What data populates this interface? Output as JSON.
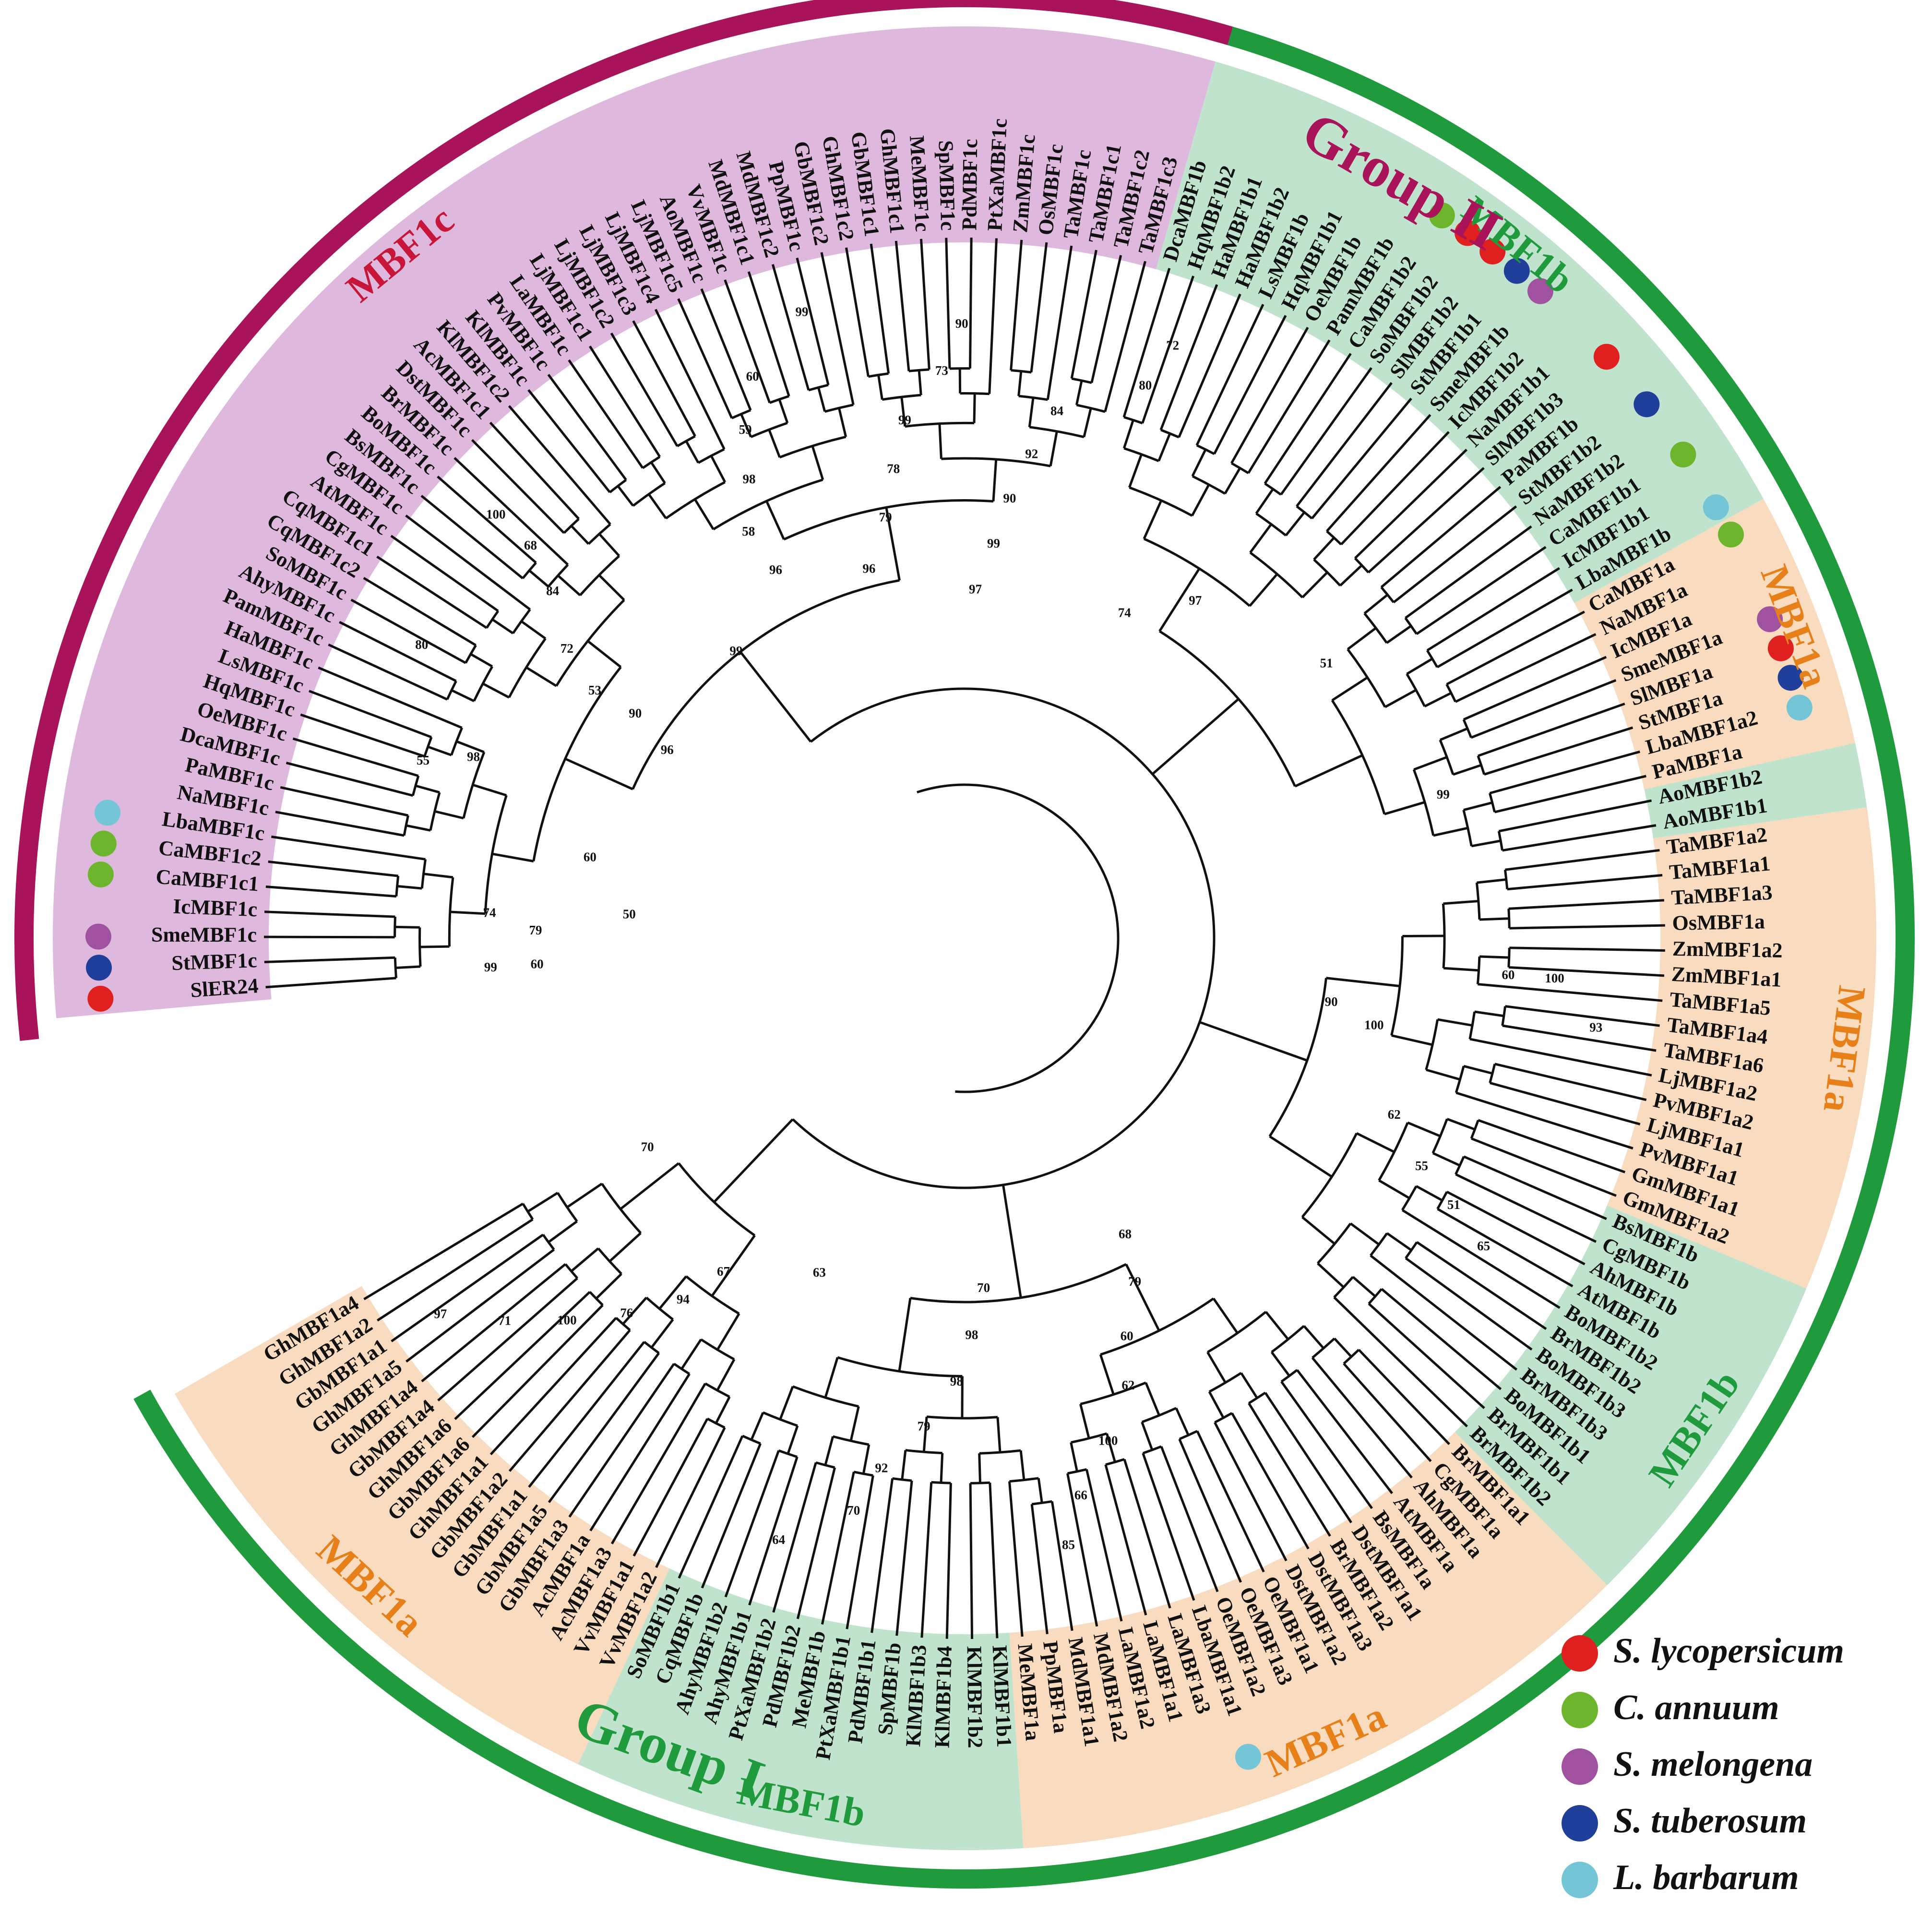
{
  "colors": {
    "group1": "#1f9a3d",
    "group2": "#a8135a",
    "mbf1a_bg": "#f9dcbf",
    "mbf1b_bg": "#bfe3cd",
    "mbf1c_bg": "#dfb9dd",
    "mbf1a_label": "#e8801a",
    "mbf1b_label": "#1f9a3d",
    "mbf1c_label": "#c8163a"
  },
  "groups": [
    "Group I",
    "Group II"
  ],
  "leaves": [
    "SlER24",
    "StMBF1c",
    "SmeMBF1c",
    "IcMBF1c",
    "CaMBF1c1",
    "CaMBF1c2",
    "LbaMBF1c",
    "NaMBF1c",
    "PaMBF1c",
    "DcaMBF1c",
    "OeMBF1c",
    "HqMBF1c",
    "LsMBF1c",
    "HaMBF1c",
    "PamMBF1c",
    "AhyMBF1c",
    "SoMBF1c",
    "CqMBF1c2",
    "CqMBF1c1",
    "AtMBF1c",
    "CgMBF1c",
    "BsMBF1c",
    "BoMBF1c",
    "BrMBF1c",
    "DstMBF1c",
    "AcMBF1c1",
    "KlMBF1c2",
    "KlMBF1c",
    "PvMBF1c",
    "LaMBF1c",
    "LjMBF1c1",
    "LjMBF1c2",
    "LjMBF1c3",
    "LjMBF1c4",
    "LjMBF1c5",
    "AoMBF1c",
    "VvMBF1c",
    "MdMBF1c1",
    "MdMBF1c2",
    "PpMBF1c",
    "GbMBF1c2",
    "GhMBF1c2",
    "GbMBF1c1",
    "GhMBF1c1",
    "MeMBF1c",
    "SpMBF1c",
    "PdMBF1c",
    "PtXaMBF1c",
    "ZmMBF1c",
    "OsMBF1c",
    "TaMBF1c",
    "TaMBF1c1",
    "TaMBF1c2",
    "TaMBF1c3",
    "DcaMBF1b",
    "HqMBF1b2",
    "HaMBF1b1",
    "HaMBF1b2",
    "LsMBF1b",
    "HqMBF1b1",
    "OeMBF1b",
    "PamMBF1b",
    "CaMBF1b2",
    "SoMBF1b2",
    "SlMBF1b2",
    "StMBF1b1",
    "SmeMBF1b",
    "IcMBF1b2",
    "NaMBF1b1",
    "SlMBF1b3",
    "PaMBF1b",
    "StMBF1b2",
    "NaMBF1b2",
    "CaMBF1b1",
    "IcMBF1b1",
    "LbaMBF1b",
    "CaMBF1a",
    "NaMBF1a",
    "IcMBF1a",
    "SmeMBF1a",
    "SlMBF1a",
    "StMBF1a",
    "LbaMBF1a2",
    "PaMBF1a",
    "AoMBF1b2",
    "AoMBF1b1",
    "TaMBF1a2",
    "TaMBF1a1",
    "TaMBF1a3",
    "OsMBF1a",
    "ZmMBF1a2",
    "ZmMBF1a1",
    "TaMBF1a5",
    "TaMBF1a4",
    "TaMBF1a6",
    "LjMBF1a2",
    "PvMBF1a2",
    "LjMBF1a1",
    "PvMBF1a1",
    "GmMBF1a1",
    "GmMBF1a2",
    "BsMBF1b",
    "CgMBF1b",
    "AhMBF1b",
    "AtMBF1b",
    "BoMBF1b2",
    "BrMBF1b2",
    "BoMBF1b3",
    "BrMBF1b3",
    "BoMBF1b1",
    "BrMBF1b1",
    "BrMBF1b2",
    "BrMBF1a1",
    "CgMBF1a",
    "AhMBF1a",
    "AtMBF1a",
    "BsMBF1a",
    "DstMBF1a1",
    "BrMBF1a2",
    "DstMBF1a3",
    "DstMBF1a2",
    "OeMBF1a1",
    "OeMBF1a3",
    "OeMBF1a2",
    "LbaMBF1a1",
    "LaMBF1a3",
    "LaMBF1a1",
    "LaMBF1a2",
    "MdMBF1a2",
    "MdMBF1a1",
    "PpMBF1a",
    "MeMBF1a",
    "KlMBF1b1",
    "KlMBF1b2",
    "KlMBF1b4",
    "KlMBF1b3",
    "SpMBF1b",
    "PdMBF1b1",
    "PtXaMBF1b1",
    "MeMBF1b",
    "PdMBF1b2",
    "PtXaMBF1b2",
    "AhyMBF1b1",
    "AhyMBF1b2",
    "CqMBF1b",
    "SoMBF1b1",
    "VvMBF1a2",
    "VvMBF1a1",
    "AcMBF1a3",
    "AcMBF1a",
    "GbMBF1a3",
    "GbMBF1a5",
    "GbMBF1a1",
    "GbMBF1a2",
    "GhMBF1a1",
    "GbMBF1a6",
    "GhMBF1a6",
    "GbMBF1a4",
    "GhMBF1a4",
    "GhMBF1a5",
    "GbMBF1a1",
    "GhMBF1a2",
    "GhMBF1a4"
  ],
  "clades": [
    {
      "label": "MBF1c",
      "bg": "mbf1c",
      "from": 0,
      "to": 53
    },
    {
      "label": "MBF1b",
      "bg": "mbf1b",
      "from": 54,
      "to": 75
    },
    {
      "label": "MBF1a",
      "bg": "mbf1a",
      "from": 76,
      "to": 83
    },
    {
      "label": "",
      "bg": "mbf1b",
      "from": 84,
      "to": 85
    },
    {
      "label": "MBF1a",
      "bg": "mbf1a",
      "from": 86,
      "to": 100
    },
    {
      "label": "MBF1b",
      "bg": "mbf1b",
      "from": 101,
      "to": 111
    },
    {
      "label": "MBF1a",
      "bg": "mbf1a",
      "from": 112,
      "to": 131
    },
    {
      "label": "MBF1b",
      "bg": "mbf1b",
      "from": 132,
      "to": 145
    },
    {
      "label": "MBF1a",
      "bg": "mbf1a",
      "from": 146,
      "to": 162
    }
  ],
  "species_marks": [
    {
      "leaf": 0,
      "color": "#e0201e"
    },
    {
      "leaf": 1,
      "color": "#1f3f9a"
    },
    {
      "leaf": 2,
      "color": "#a052a0"
    },
    {
      "leaf": 4,
      "color": "#6cb52d"
    },
    {
      "leaf": 5,
      "color": "#6cb52d"
    },
    {
      "leaf": 6,
      "color": "#74c5d6"
    },
    {
      "leaf": 62,
      "color": "#6cb52d"
    },
    {
      "leaf": 63,
      "color": "#e0201e"
    },
    {
      "leaf": 64,
      "color": "#e0201e"
    },
    {
      "leaf": 65,
      "color": "#1f3f9a"
    },
    {
      "leaf": 66,
      "color": "#a052a0"
    },
    {
      "leaf": 69,
      "color": "#e0201e"
    },
    {
      "leaf": 71,
      "color": "#1f3f9a"
    },
    {
      "leaf": 73,
      "color": "#6cb52d"
    },
    {
      "leaf": 75,
      "color": "#74c5d6"
    },
    {
      "leaf": 76,
      "color": "#6cb52d"
    },
    {
      "leaf": 79,
      "color": "#a052a0"
    },
    {
      "leaf": 80,
      "color": "#e0201e"
    },
    {
      "leaf": 81,
      "color": "#1f3f9a"
    },
    {
      "leaf": 82,
      "color": "#74c5d6"
    },
    {
      "leaf": 124,
      "color": "#74c5d6"
    }
  ],
  "bootstrap": [
    {
      "leaf": 3.6,
      "v": "50"
    },
    {
      "leaf": 7.6,
      "v": "60"
    },
    {
      "leaf": 2.2,
      "v": "79"
    },
    {
      "leaf": 3.2,
      "v": "74"
    },
    {
      "leaf": 11.6,
      "v": "98"
    },
    {
      "leaf": 10.6,
      "v": "55"
    },
    {
      "leaf": 15.6,
      "v": "80"
    },
    {
      "leaf": 17.4,
      "v": "96"
    },
    {
      "leaf": 18.4,
      "v": "90"
    },
    {
      "leaf": 18.2,
      "v": "53"
    },
    {
      "leaf": 19.3,
      "v": "72"
    },
    {
      "leaf": 21.3,
      "v": "84"
    },
    {
      "leaf": 22.3,
      "v": "68"
    },
    {
      "leaf": 22.3,
      "v": "100"
    },
    {
      "leaf": 26.8,
      "v": "99"
    },
    {
      "leaf": 32.4,
      "v": "96"
    },
    {
      "leaf": 32.0,
      "v": "58"
    },
    {
      "leaf": 33.4,
      "v": "98"
    },
    {
      "leaf": 34.3,
      "v": "59"
    },
    {
      "leaf": 35.6,
      "v": "60"
    },
    {
      "leaf": 38.6,
      "v": "99"
    },
    {
      "leaf": 38.6,
      "v": "96"
    },
    {
      "leaf": 40.5,
      "v": "79"
    },
    {
      "leaf": 41.5,
      "v": "78"
    },
    {
      "leaf": 42.5,
      "v": "99"
    },
    {
      "leaf": 44.6,
      "v": "73"
    },
    {
      "leaf": 45.6,
      "v": "90"
    },
    {
      "leaf": 46.6,
      "v": "97"
    },
    {
      "leaf": 47.8,
      "v": "99"
    },
    {
      "leaf": 48.6,
      "v": "90"
    },
    {
      "leaf": 49.6,
      "v": "92"
    },
    {
      "leaf": 50.6,
      "v": "84"
    },
    {
      "leaf": 54.6,
      "v": "80"
    },
    {
      "leaf": 55.2,
      "v": "72"
    },
    {
      "leaf": 58.6,
      "v": "74"
    },
    {
      "leaf": 62.6,
      "v": "97"
    },
    {
      "leaf": 71.6,
      "v": "51"
    },
    {
      "leaf": 81.6,
      "v": "99"
    },
    {
      "leaf": 91.6,
      "v": "60"
    },
    {
      "leaf": 91.6,
      "v": "100"
    },
    {
      "leaf": 93.6,
      "v": "93"
    },
    {
      "leaf": 94.6,
      "v": "90"
    },
    {
      "leaf": 95.6,
      "v": "100"
    },
    {
      "leaf": 100.6,
      "v": "62"
    },
    {
      "leaf": 102.6,
      "v": "55"
    },
    {
      "leaf": 103.6,
      "v": "51"
    },
    {
      "leaf": 104.6,
      "v": "65"
    },
    {
      "leaf": 119.6,
      "v": "68"
    },
    {
      "leaf": 120.6,
      "v": "79"
    },
    {
      "leaf": 122.6,
      "v": "60"
    },
    {
      "leaf": 123.6,
      "v": "62"
    },
    {
      "leaf": 125.6,
      "v": "100"
    },
    {
      "leaf": 127.6,
      "v": "66"
    },
    {
      "leaf": 128.6,
      "v": "85"
    },
    {
      "leaf": 131.8,
      "v": "70"
    },
    {
      "leaf": 132.8,
      "v": "98"
    },
    {
      "leaf": 133.8,
      "v": "98"
    },
    {
      "leaf": 135.6,
      "v": "79"
    },
    {
      "leaf": 137.6,
      "v": "92"
    },
    {
      "leaf": 138.6,
      "v": "70"
    },
    {
      "leaf": 141.6,
      "v": "64"
    },
    {
      "leaf": 144.6,
      "v": "63"
    },
    {
      "leaf": 150.6,
      "v": "67"
    },
    {
      "leaf": 151.6,
      "v": "94"
    },
    {
      "leaf": 153.6,
      "v": "76"
    },
    {
      "leaf": 155.6,
      "v": "100"
    },
    {
      "leaf": 157.6,
      "v": "71"
    },
    {
      "leaf": 159.6,
      "v": "97"
    },
    {
      "leaf": 160.6,
      "v": "70"
    },
    {
      "leaf": 0,
      "v": "60"
    },
    {
      "leaf": 0,
      "v": "99"
    }
  ],
  "legend": [
    {
      "name": "S. lycopersicum",
      "color": "#e0201e"
    },
    {
      "name": "C. annuum",
      "color": "#6cb52d"
    },
    {
      "name": "S. melongena",
      "color": "#a052a0"
    },
    {
      "name": "S. tuberosum",
      "color": "#1f3f9a"
    },
    {
      "name": "L. barbarum",
      "color": "#74c5d6"
    }
  ]
}
